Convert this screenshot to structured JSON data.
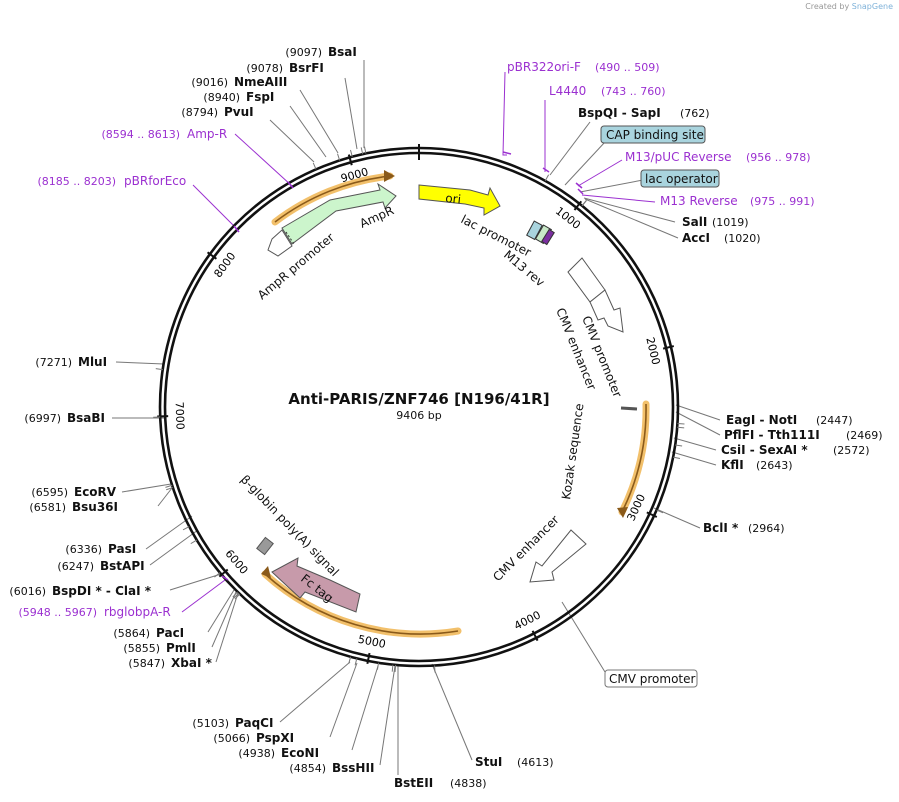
{
  "watermark": {
    "created_by": "Created by",
    "brand": "SnapGene"
  },
  "map": {
    "title": "Anti-PARIS/ZNF746 [N196/41R]",
    "size_label": "9406 bp",
    "total_bp": 9406,
    "ticks": [
      {
        "bp": 1000,
        "label": "1000"
      },
      {
        "bp": 2000,
        "label": "2000"
      },
      {
        "bp": 3000,
        "label": "3000"
      },
      {
        "bp": 4000,
        "label": "4000"
      },
      {
        "bp": 5000,
        "label": "5000"
      },
      {
        "bp": 6000,
        "label": "6000"
      },
      {
        "bp": 7000,
        "label": "7000"
      },
      {
        "bp": 8000,
        "label": "8000"
      },
      {
        "bp": 9000,
        "label": "9000"
      }
    ],
    "colors": {
      "backbone": "#111111",
      "site_line": "#777777",
      "primer": "#9b30d0",
      "orf_highlight": "#f2c06b",
      "orf_core": "#8a5a1a",
      "ampr": "#ccf5cc",
      "ori": "#ffff00",
      "fc_tag": "#c79aaa",
      "feature_box": "#a9d4de",
      "outline": "#555555"
    },
    "sites": [
      {
        "name": "BsaI",
        "pos": "(9097)",
        "bp": 9097
      },
      {
        "name": "BsrFI",
        "pos": "(9078)",
        "bp": 9078
      },
      {
        "name": "NmeAIII",
        "pos": "(9016)",
        "bp": 9016
      },
      {
        "name": "FspI",
        "pos": "(8940)",
        "bp": 8940
      },
      {
        "name": "PvuI",
        "pos": "(8794)",
        "bp": 8794
      },
      {
        "name": "BspQI - SapI",
        "pos": "(762)",
        "bp": 762
      },
      {
        "name": "SalI",
        "pos": "(1019)",
        "bp": 1019
      },
      {
        "name": "AccI",
        "pos": "(1020)",
        "bp": 1020
      },
      {
        "name": "EagI - NotI",
        "pos": "(2447)",
        "bp": 2447
      },
      {
        "name": "PflFI - Tth111I",
        "pos": "(2469)",
        "bp": 2469
      },
      {
        "name": "CsiI - SexAI *",
        "pos": "(2572)",
        "bp": 2572
      },
      {
        "name": "KflI",
        "pos": "(2643)",
        "bp": 2643
      },
      {
        "name": "BclI *",
        "pos": "(2964)",
        "bp": 2964
      },
      {
        "name": "StuI",
        "pos": "(4613)",
        "bp": 4613
      },
      {
        "name": "BstEII",
        "pos": "(4838)",
        "bp": 4838
      },
      {
        "name": "BssHII",
        "pos": "(4854)",
        "bp": 4854
      },
      {
        "name": "EcoNI",
        "pos": "(4938)",
        "bp": 4938
      },
      {
        "name": "PspXI",
        "pos": "(5066)",
        "bp": 5066
      },
      {
        "name": "PaqCI",
        "pos": "(5103)",
        "bp": 5103
      },
      {
        "name": "XbaI *",
        "pos": "(5847)",
        "bp": 5847
      },
      {
        "name": "PmlI",
        "pos": "(5855)",
        "bp": 5855
      },
      {
        "name": "PacI",
        "pos": "(5864)",
        "bp": 5864
      },
      {
        "name": "BspDI * - ClaI *",
        "pos": "(6016)",
        "bp": 6016
      },
      {
        "name": "BstAPI",
        "pos": "(6247)",
        "bp": 6247
      },
      {
        "name": "PasI",
        "pos": "(6336)",
        "bp": 6336
      },
      {
        "name": "Bsu36I",
        "pos": "(6581)",
        "bp": 6581
      },
      {
        "name": "EcoRV",
        "pos": "(6595)",
        "bp": 6595
      },
      {
        "name": "BsaBI",
        "pos": "(6997)",
        "bp": 6997
      },
      {
        "name": "MluI",
        "pos": "(7271)",
        "bp": 7271
      }
    ],
    "primers": [
      {
        "name": "pBR322ori-F",
        "range": "(490 .. 509)",
        "bp": 500
      },
      {
        "name": "L4440",
        "range": "(743 .. 760)",
        "bp": 752
      },
      {
        "name": "M13/pUC Reverse",
        "range": "(956 .. 978)",
        "bp": 967
      },
      {
        "name": "M13 Reverse",
        "range": "(975 .. 991)",
        "bp": 983
      },
      {
        "name": "Amp-R",
        "range": "(8594 .. 8613)",
        "bp": 8604
      },
      {
        "name": "pBRforEco",
        "range": "(8185 .. 8203)",
        "bp": 8194
      },
      {
        "name": "rbglobpA-R",
        "range": "(5948 .. 5967)",
        "bp": 5958
      }
    ],
    "boxed_labels": [
      {
        "name": "CAP binding site",
        "bp": 900
      },
      {
        "name": "lac operator",
        "bp": 1000
      },
      {
        "name": "CMV promoter",
        "bp": 4000
      }
    ],
    "features": [
      {
        "name": "ori",
        "start": 300,
        "end": 900
      },
      {
        "name": "lac promoter",
        "start": 890,
        "end": 920
      },
      {
        "name": "M13 rev",
        "start": 960,
        "end": 985
      },
      {
        "name": "CMV enhancer",
        "start": 1450,
        "end": 1850
      },
      {
        "name": "CMV promoter",
        "start": 1850,
        "end": 2060
      },
      {
        "name": "Kozak sequence",
        "start": 2400,
        "end": 2440
      },
      {
        "name": "CMV enhancer",
        "start": 3880,
        "end": 4250
      },
      {
        "name": "Fc tag",
        "start": 5250,
        "end": 5900
      },
      {
        "name": "β-globin poly(A) signal",
        "start": 6100,
        "end": 6150
      },
      {
        "name": "AmpR",
        "start": 8580,
        "end": 9300
      },
      {
        "name": "AmpR promoter",
        "start": 8480,
        "end": 8580
      }
    ]
  }
}
